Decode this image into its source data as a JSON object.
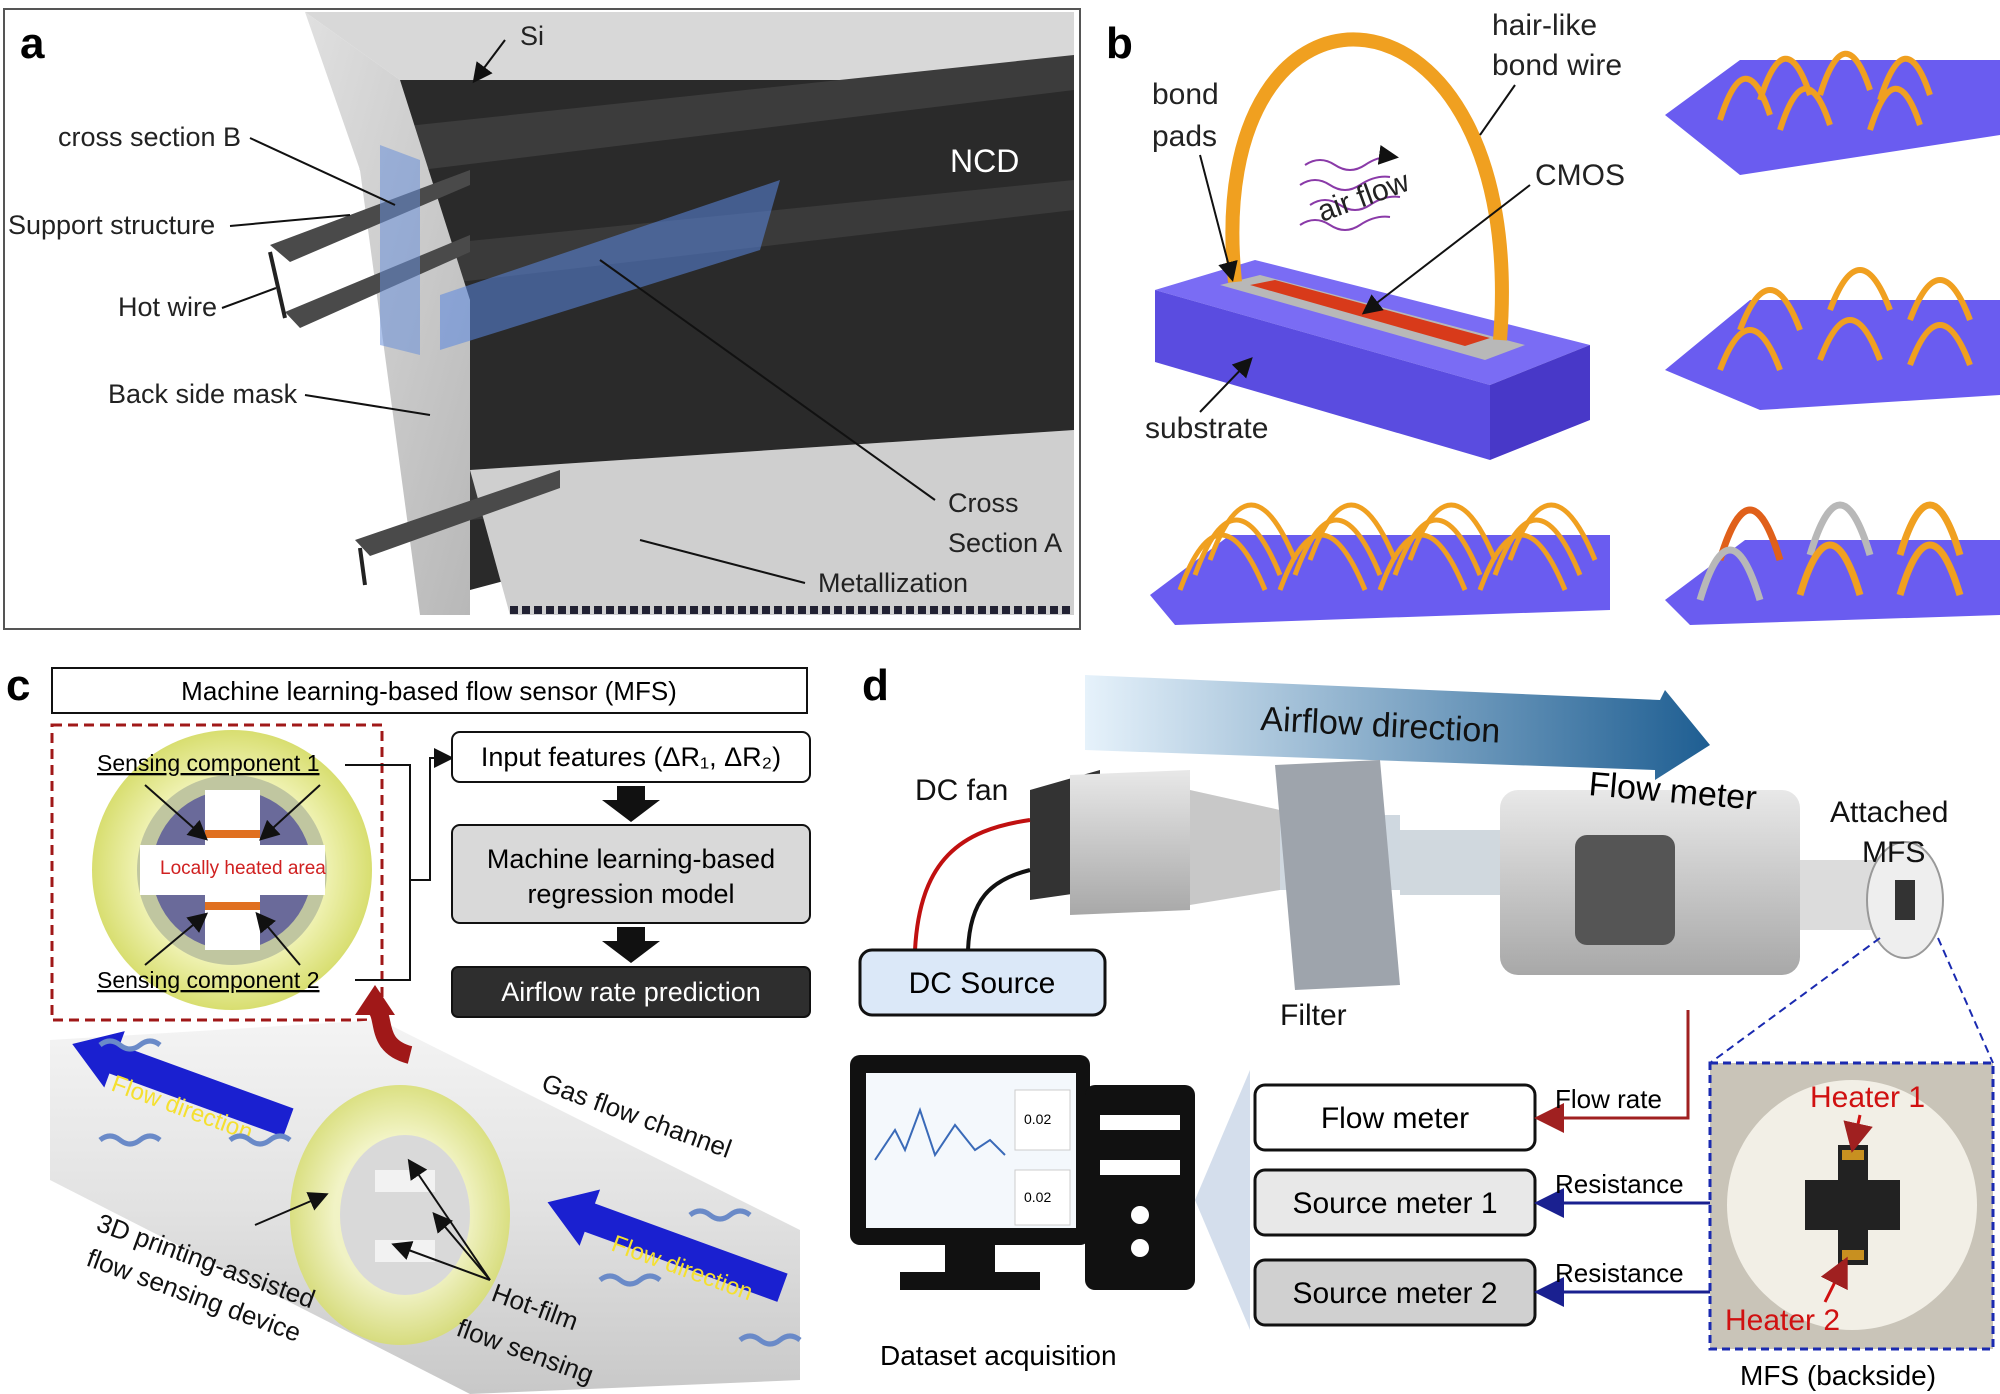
{
  "panels": {
    "a": {
      "letter": "a",
      "labels": {
        "si": "Si",
        "ncd": "NCD",
        "cross_section_b": "cross section B",
        "support_structure": "Support structure",
        "hot_wire": "Hot wire",
        "back_side_mask": "Back side mask",
        "cross": "Cross",
        "section_a": "Section A",
        "metallization": "Metallization"
      }
    },
    "b": {
      "letter": "b",
      "labels": {
        "hair_like": "hair-like",
        "bond_wire": "bond wire",
        "bond": "bond",
        "pads": "pads",
        "air_flow": "air flow",
        "cmos": "CMOS",
        "substrate": "substrate"
      }
    },
    "c": {
      "letter": "c",
      "title": "Machine learning-based flow sensor (MFS)",
      "sensing_component_1": "Sensing component 1",
      "sensing_component_2": "Sensing component 2",
      "locally_heated": "Locally heated area",
      "input_features": "Input features (ΔR₁, ΔR₂)",
      "ml_model_line1": "Machine learning-based",
      "ml_model_line2": "regression model",
      "prediction": "Airflow rate prediction",
      "flow_direction": "Flow direction",
      "gas_flow_channel": "Gas flow channel",
      "device_line1": "3D printing-assisted",
      "device_line2": "flow sensing device",
      "hot_film_line1": "Hot-film",
      "hot_film_line2": "flow sensing"
    },
    "d": {
      "letter": "d",
      "airflow_direction": "Airflow direction",
      "dc_fan": "DC fan",
      "dc_source": "DC Source",
      "filter": "Filter",
      "flow_meter_device": "Flow meter",
      "attached_line1": "Attached",
      "attached_line2": "MFS",
      "flow_meter_box": "Flow meter",
      "source_meter_1": "Source meter 1",
      "source_meter_2": "Source meter 2",
      "flow_rate": "Flow rate",
      "resistance_1": "Resistance",
      "resistance_2": "Resistance",
      "heater_1": "Heater 1",
      "heater_2": "Heater 2",
      "mfs_backside": "MFS (backside)",
      "dataset_acquisition": "Dataset acquisition",
      "screen_value_1": "0.02",
      "screen_value_2": "0.02"
    }
  },
  "colors": {
    "substrate_blue": "#6a5cf0",
    "wire_orange": "#f0a020",
    "pad_red": "#d83a1a",
    "dark_red": "#b01818",
    "flow_blue": "#1a20d0",
    "box_gray": "#d8d8d8",
    "dc_source_fill": "#dbe8f8"
  }
}
